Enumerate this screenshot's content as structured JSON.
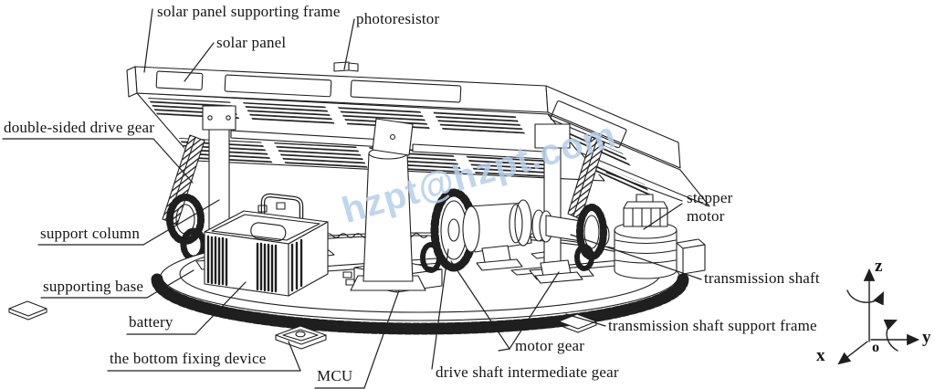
{
  "figure": {
    "background": "#ffffff",
    "line_color": "#1f1f1f",
    "watermark": {
      "text": "hzpt@hzpt.com",
      "color": "#b5cfec"
    },
    "labels": {
      "solar_panel_supporting_frame": "solar panel supporting frame",
      "photoresistor": "photoresistor",
      "solar_panel": "solar panel",
      "double_sided_drive_gear": "double-sided drive gear",
      "support_column": "support column",
      "supporting_base": "supporting base",
      "battery": "battery",
      "bottom_fixing_device": "the bottom fixing device",
      "mcu": "MCU",
      "drive_shaft_intermediate_gear": "drive shaft intermediate gear",
      "motor_gear": "motor gear",
      "transmission_shaft_support_frame": "transmission shaft support frame",
      "transmission_shaft": "transmission shaft",
      "stepper_motor_line1": "stepper",
      "stepper_motor_line2": "motor"
    },
    "axes": {
      "x": "x",
      "y": "y",
      "z": "z",
      "origin": "o"
    }
  }
}
